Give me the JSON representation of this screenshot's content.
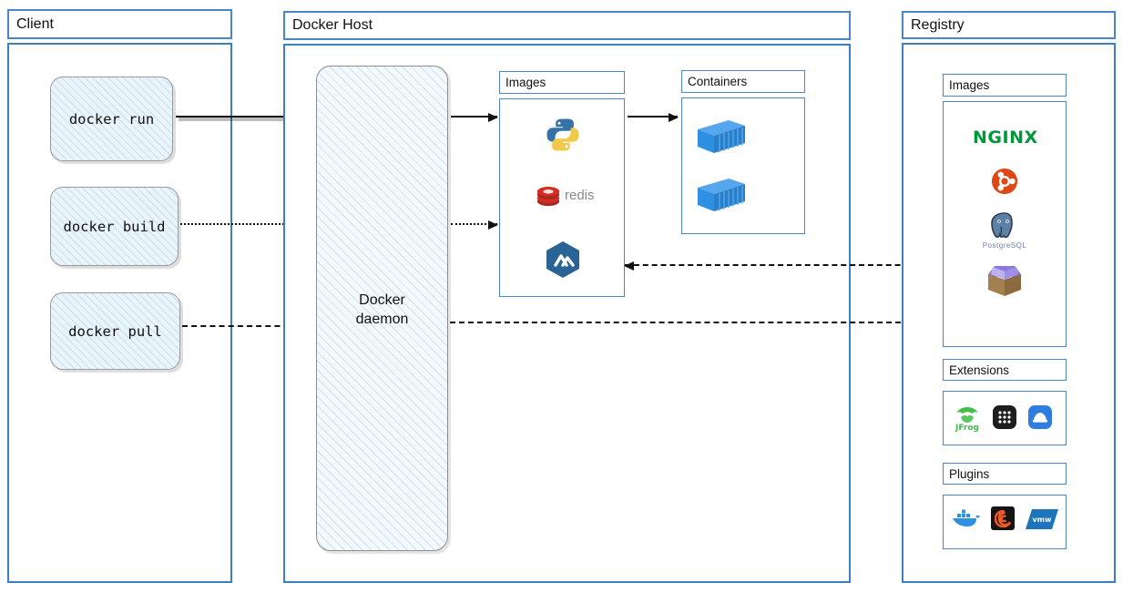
{
  "panels": {
    "client": {
      "title": "Client"
    },
    "host": {
      "title": "Docker Host"
    },
    "registry": {
      "title": "Registry"
    }
  },
  "client": {
    "commands": [
      {
        "label": "docker run",
        "arrow": "solid"
      },
      {
        "label": "docker build",
        "arrow": "dotted"
      },
      {
        "label": "docker pull",
        "arrow": "dashed"
      }
    ]
  },
  "host": {
    "daemon": {
      "line1": "Docker",
      "line2": "daemon"
    },
    "images": {
      "title": "Images",
      "items": [
        {
          "name": "python-icon",
          "label": ""
        },
        {
          "name": "redis-icon",
          "label": "redis"
        },
        {
          "name": "alpine-icon",
          "label": ""
        }
      ]
    },
    "containers": {
      "title": "Containers",
      "items": [
        {
          "name": "container-icon"
        },
        {
          "name": "container-icon"
        }
      ]
    }
  },
  "registry": {
    "images": {
      "title": "Images",
      "items": [
        {
          "name": "nginx-logo",
          "label": "NGINX"
        },
        {
          "name": "ubuntu-icon",
          "label": ""
        },
        {
          "name": "postgresql-icon",
          "label": "PostgreSQL"
        },
        {
          "name": "busybox-icon",
          "label": ""
        }
      ]
    },
    "extensions": {
      "title": "Extensions",
      "items": [
        {
          "name": "jfrog-icon",
          "label": "JFrog"
        },
        {
          "name": "grid-app-icon",
          "label": ""
        },
        {
          "name": "blue-app-icon",
          "label": ""
        }
      ]
    },
    "plugins": {
      "title": "Plugins",
      "items": [
        {
          "name": "docker-whale-icon",
          "label": ""
        },
        {
          "name": "grafana-icon",
          "label": ""
        },
        {
          "name": "vmware-icon",
          "label": "vmw"
        }
      ]
    }
  },
  "colors": {
    "panel_border": "#3a7fc1",
    "sub_border": "#4a86c8",
    "command_fill": "#eaf4fb",
    "nginx_green": "#009639",
    "ubuntu_orange": "#dd4814",
    "redis_red": "#d82c20",
    "alpine_blue": "#2a6496",
    "container_blue": "#2f8fe0",
    "jfrog_green": "#40be46",
    "grafana_orange": "#f05a28",
    "vmware_blue": "#1d74bb"
  }
}
